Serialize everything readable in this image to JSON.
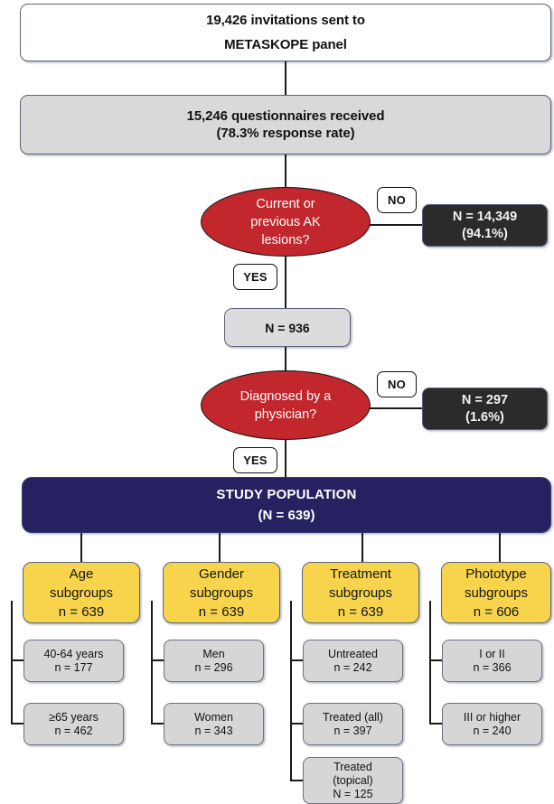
{
  "diagram": {
    "title": "METASKOPE AK study participant flow",
    "colors": {
      "decision_red": "#C1272D",
      "excluded_dark": "#2B2B2B",
      "study_population_navy": "#262261",
      "subgroup_yellow": "#F7D44C",
      "box_grey": "#D9D9D9",
      "detail_grey": "#D6D6D6",
      "line": "#1A1A1A"
    }
  },
  "nodes": {
    "invitations": {
      "line1": "19,426  invitations sent to",
      "line2": "METASKOPE panel"
    },
    "questionnaires": {
      "line1": "15,246 questionnaires received",
      "line2": "(78.3% response rate)"
    },
    "decision1": {
      "line1": "Current or",
      "line2": "previous AK",
      "line3": "lesions?",
      "yes_label": "YES",
      "no_label": "NO"
    },
    "excluded1": {
      "line1": "N = 14,349",
      "line2": "(94.1%)"
    },
    "remaining1": {
      "line1": "N = 936"
    },
    "decision2": {
      "line1": "Diagnosed  by a",
      "line2": "physician?",
      "yes_label": "YES",
      "no_label": "NO"
    },
    "excluded2": {
      "line1": "N = 297",
      "line2": "(1.6%)"
    },
    "study_population": {
      "line1": "STUDY POPULATION",
      "line2": "(N = 639)"
    }
  },
  "subgroups": [
    {
      "id": "age",
      "header_line1": "Age",
      "header_line2": "subgroups",
      "header_line3": "n = 639",
      "items": [
        {
          "line1": "40-64 years",
          "line2": "n = 177"
        },
        {
          "line1": "≥65 years",
          "line2": "n = 462"
        }
      ]
    },
    {
      "id": "gender",
      "header_line1": "Gender",
      "header_line2": "subgroups",
      "header_line3": "n = 639",
      "items": [
        {
          "line1": "Men",
          "line2": "n = 296"
        },
        {
          "line1": "Women",
          "line2": "n = 343"
        }
      ]
    },
    {
      "id": "treatment",
      "header_line1": "Treatment",
      "header_line2": "subgroups",
      "header_line3": "n = 639",
      "items": [
        {
          "line1": "Untreated",
          "line2": "n = 242"
        },
        {
          "line1": "Treated (all)",
          "line2": "n = 397"
        },
        {
          "line1": "Treated",
          "line2": "(topical)",
          "line3": "N = 125"
        }
      ]
    },
    {
      "id": "phototype",
      "header_line1": "Phototype",
      "header_line2": "subgroups",
      "header_line3": "n = 606",
      "items": [
        {
          "line1": "I or II",
          "line2": "n = 366"
        },
        {
          "line1": "III  or higher",
          "line2": "n = 240"
        }
      ]
    }
  ]
}
